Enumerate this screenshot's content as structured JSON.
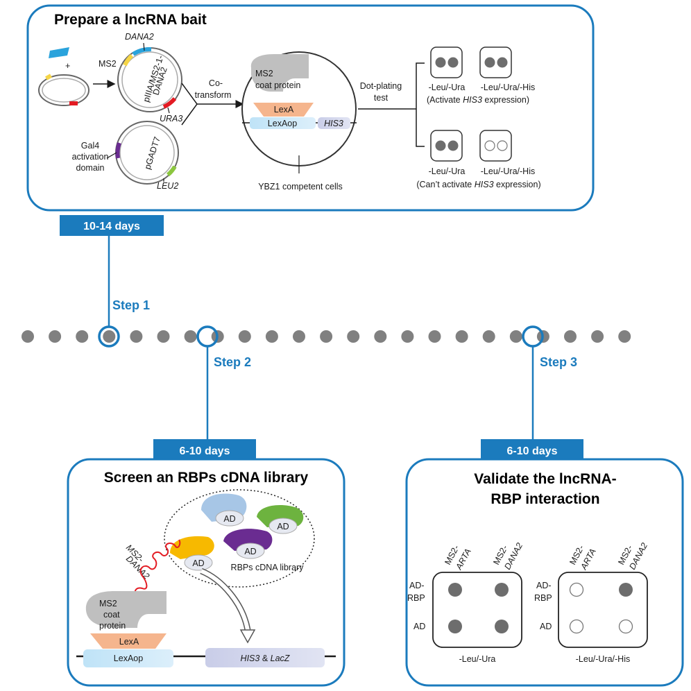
{
  "panel1": {
    "title": "Prepare a lncRNA bait",
    "plus": "+",
    "ms2": "MS2",
    "dana2_top": "DANA2",
    "plasmid_main": "pIIIA/MS2-1-",
    "plasmid_main2": "DANA2",
    "ura3": "URA3",
    "gal4_1": "Gal4",
    "gal4_2": "activation",
    "gal4_3": "domain",
    "pgadt7": "pGADT7",
    "leu2": "LEU2",
    "cotransform_1": "Co-",
    "cotransform_2": "transform",
    "ms2_coat_1": "MS2",
    "ms2_coat_2": "coat protein",
    "lexa": "LexA",
    "lexaop": "LexAop",
    "his3": "HIS3",
    "ybz1": "YBZ1 competent cells",
    "dot_plating_1": "Dot-plating",
    "dot_plating_2": "test",
    "r1_left": "-Leu/-Ura",
    "r1_right": "-Leu/-Ura/-His",
    "r1_note_a": "(Activate ",
    "r1_note_b": "HIS3",
    "r1_note_c": " expression)",
    "r2_left": "-Leu/-Ura",
    "r2_right": "-Leu/-Ura/-His",
    "r2_note_a": "(Can’t activate ",
    "r2_note_b": "HIS3",
    "r2_note_c": " expression)"
  },
  "timeline": {
    "badge1": "10-14 days",
    "step1": "Step 1",
    "step2": "Step 2",
    "step3": "Step 3",
    "badge2": "6-10 days",
    "badge3": "6-10 days",
    "dot_count": 23,
    "dot_color": "#808080",
    "accent": "#1b7bbd"
  },
  "panel2": {
    "title": "Screen an RBPs cDNA library",
    "ms2_dana2_1": "MS2-",
    "ms2_dana2_2": "DANA2",
    "ad": "AD",
    "rbp_library": "RBPs cDNA library",
    "ms2_1": "MS2",
    "ms2_2": "coat",
    "ms2_3": "protein",
    "lexa": "LexA",
    "lexaop": "LexAop",
    "his3": "HIS3",
    "amp": " & ",
    "lacz": "LacZ"
  },
  "panel3": {
    "title_1": "Validate the lncRNA-",
    "title_2": "RBP interaction",
    "col1_a": "MS2-",
    "col1_b": "ARTA",
    "col2_a": "MS2-",
    "col2_b": "DANA2",
    "row1_a": "AD-",
    "row1_b": "RBP",
    "row2": "AD",
    "plate1": "-Leu/-Ura",
    "plate2": "-Leu/-Ura/-His"
  }
}
